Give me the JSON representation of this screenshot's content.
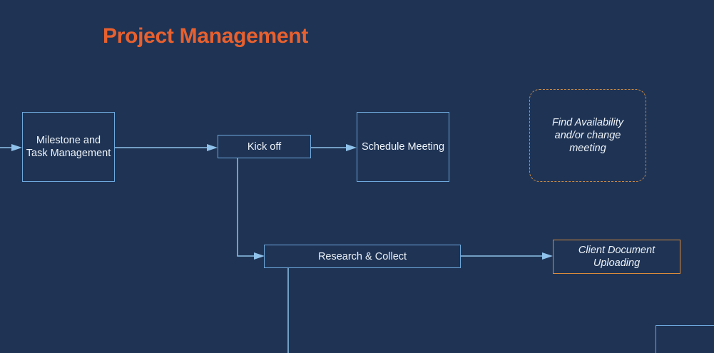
{
  "title": "Project Management",
  "nodes": {
    "milestone": "Milestone and\nTask Management",
    "kickoff": "Kick off",
    "schedule": "Schedule Meeting",
    "availability": "Find Availability\nand/or change\nmeeting",
    "research": "Research & Collect",
    "client_docs": "Client Document\nUploading"
  },
  "colors": {
    "background": "#1f3455",
    "title": "#e8602e",
    "box_border": "#6fa8dc",
    "accent_border": "#d98a3a",
    "connector": "#8fc1ea"
  }
}
